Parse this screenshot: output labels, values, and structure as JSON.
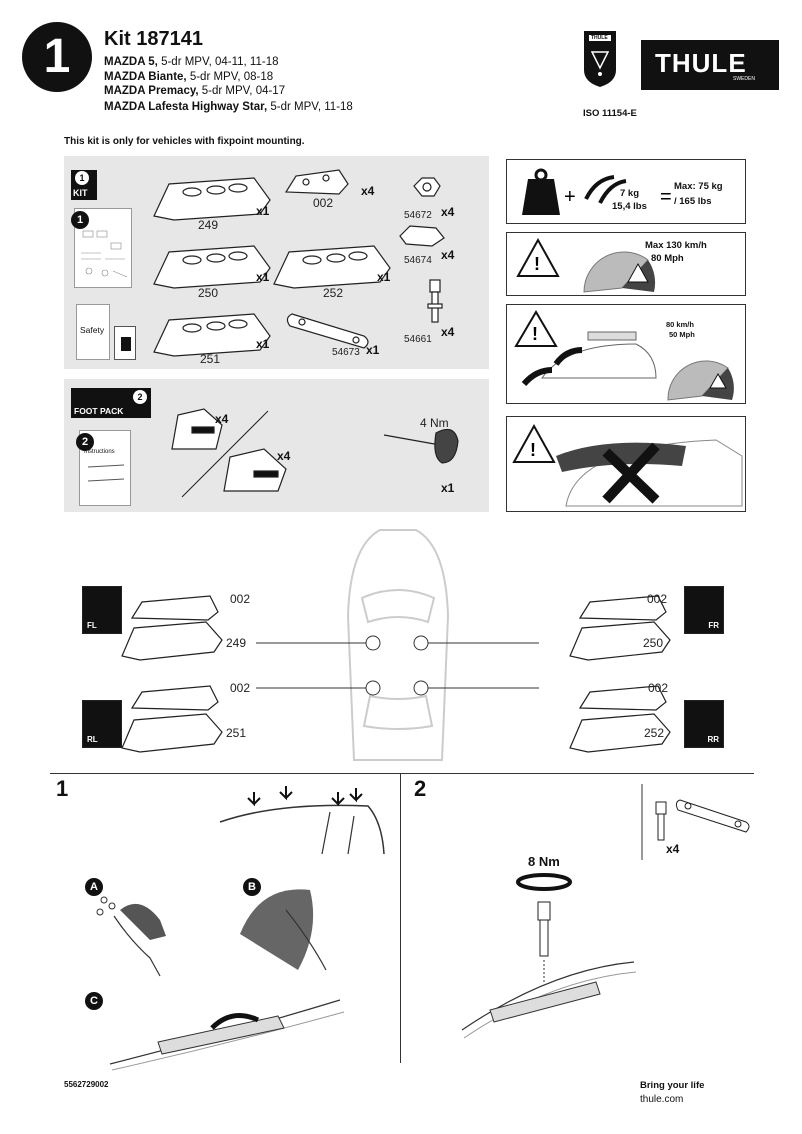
{
  "header": {
    "step_number": "1",
    "kit_title": "Kit 187141",
    "vehicles": [
      {
        "model": "MAZDA 5,",
        "detail": " 5-dr MPV, 04-11, 11-18"
      },
      {
        "model": "MAZDA Biante,",
        "detail": " 5-dr MPV, 08-18"
      },
      {
        "model": "MAZDA Premacy,",
        "detail": " 5-dr MPV, 04-17"
      },
      {
        "model": "MAZDA Lafesta Highway Star,",
        "detail": " 5-dr MPV, 11-18"
      }
    ],
    "brand_logo": "THULE",
    "brand_sub": "SWEDEN",
    "guarantee_text": "THULE",
    "iso": "ISO 11154-E",
    "fixpoint_note": "This kit is only for vehicles with fixpoint mounting."
  },
  "kit_panel": {
    "tag_label": "KIT",
    "tag_number": "1",
    "safety_label": "Safety",
    "parts": [
      {
        "code": "249",
        "qty": "x1"
      },
      {
        "code": "002",
        "qty": "x4"
      },
      {
        "code": "54672",
        "qty": "x4"
      },
      {
        "code": "250",
        "qty": "x1"
      },
      {
        "code": "252",
        "qty": "x1"
      },
      {
        "code": "54674",
        "qty": "x4"
      },
      {
        "code": "251",
        "qty": "x1"
      },
      {
        "code": "54673",
        "qty": "x1"
      },
      {
        "code": "54661",
        "qty": "x4"
      }
    ]
  },
  "foot_pack_panel": {
    "tag_label": "FOOT PACK",
    "tag_number": "2",
    "instructions_label": "Instructions",
    "foot_qty": "x4",
    "foot2_qty": "x4",
    "torque": "4 Nm",
    "tool_qty": "x1"
  },
  "warnings": {
    "load_rack": "7 kg",
    "load_rack_lbs": "15,4 lbs",
    "load_max": "Max: 75 kg",
    "load_max_lbs": "/ 165 lbs",
    "speed_max": "Max  130 km/h",
    "speed_mph": "80 Mph",
    "speed2_kmh": "80 km/h",
    "speed2_mph": "50 Mph"
  },
  "positions": {
    "left": [
      {
        "tag": "FL",
        "top_code": "002",
        "bottom_code": "249"
      },
      {
        "tag": "RL",
        "top_code": "002",
        "bottom_code": "251"
      }
    ],
    "right": [
      {
        "tag": "FR",
        "top_code": "002",
        "bottom_code": "250"
      },
      {
        "tag": "RR",
        "top_code": "002",
        "bottom_code": "252"
      }
    ]
  },
  "steps": {
    "step1": "1",
    "step2": "2",
    "sub_a": "A",
    "sub_b": "B",
    "sub_c": "C",
    "torque": "8 Nm",
    "bolt_qty": "x4"
  },
  "footer": {
    "code": "5562729002",
    "tagline": "Bring your life",
    "url": "thule.com"
  }
}
